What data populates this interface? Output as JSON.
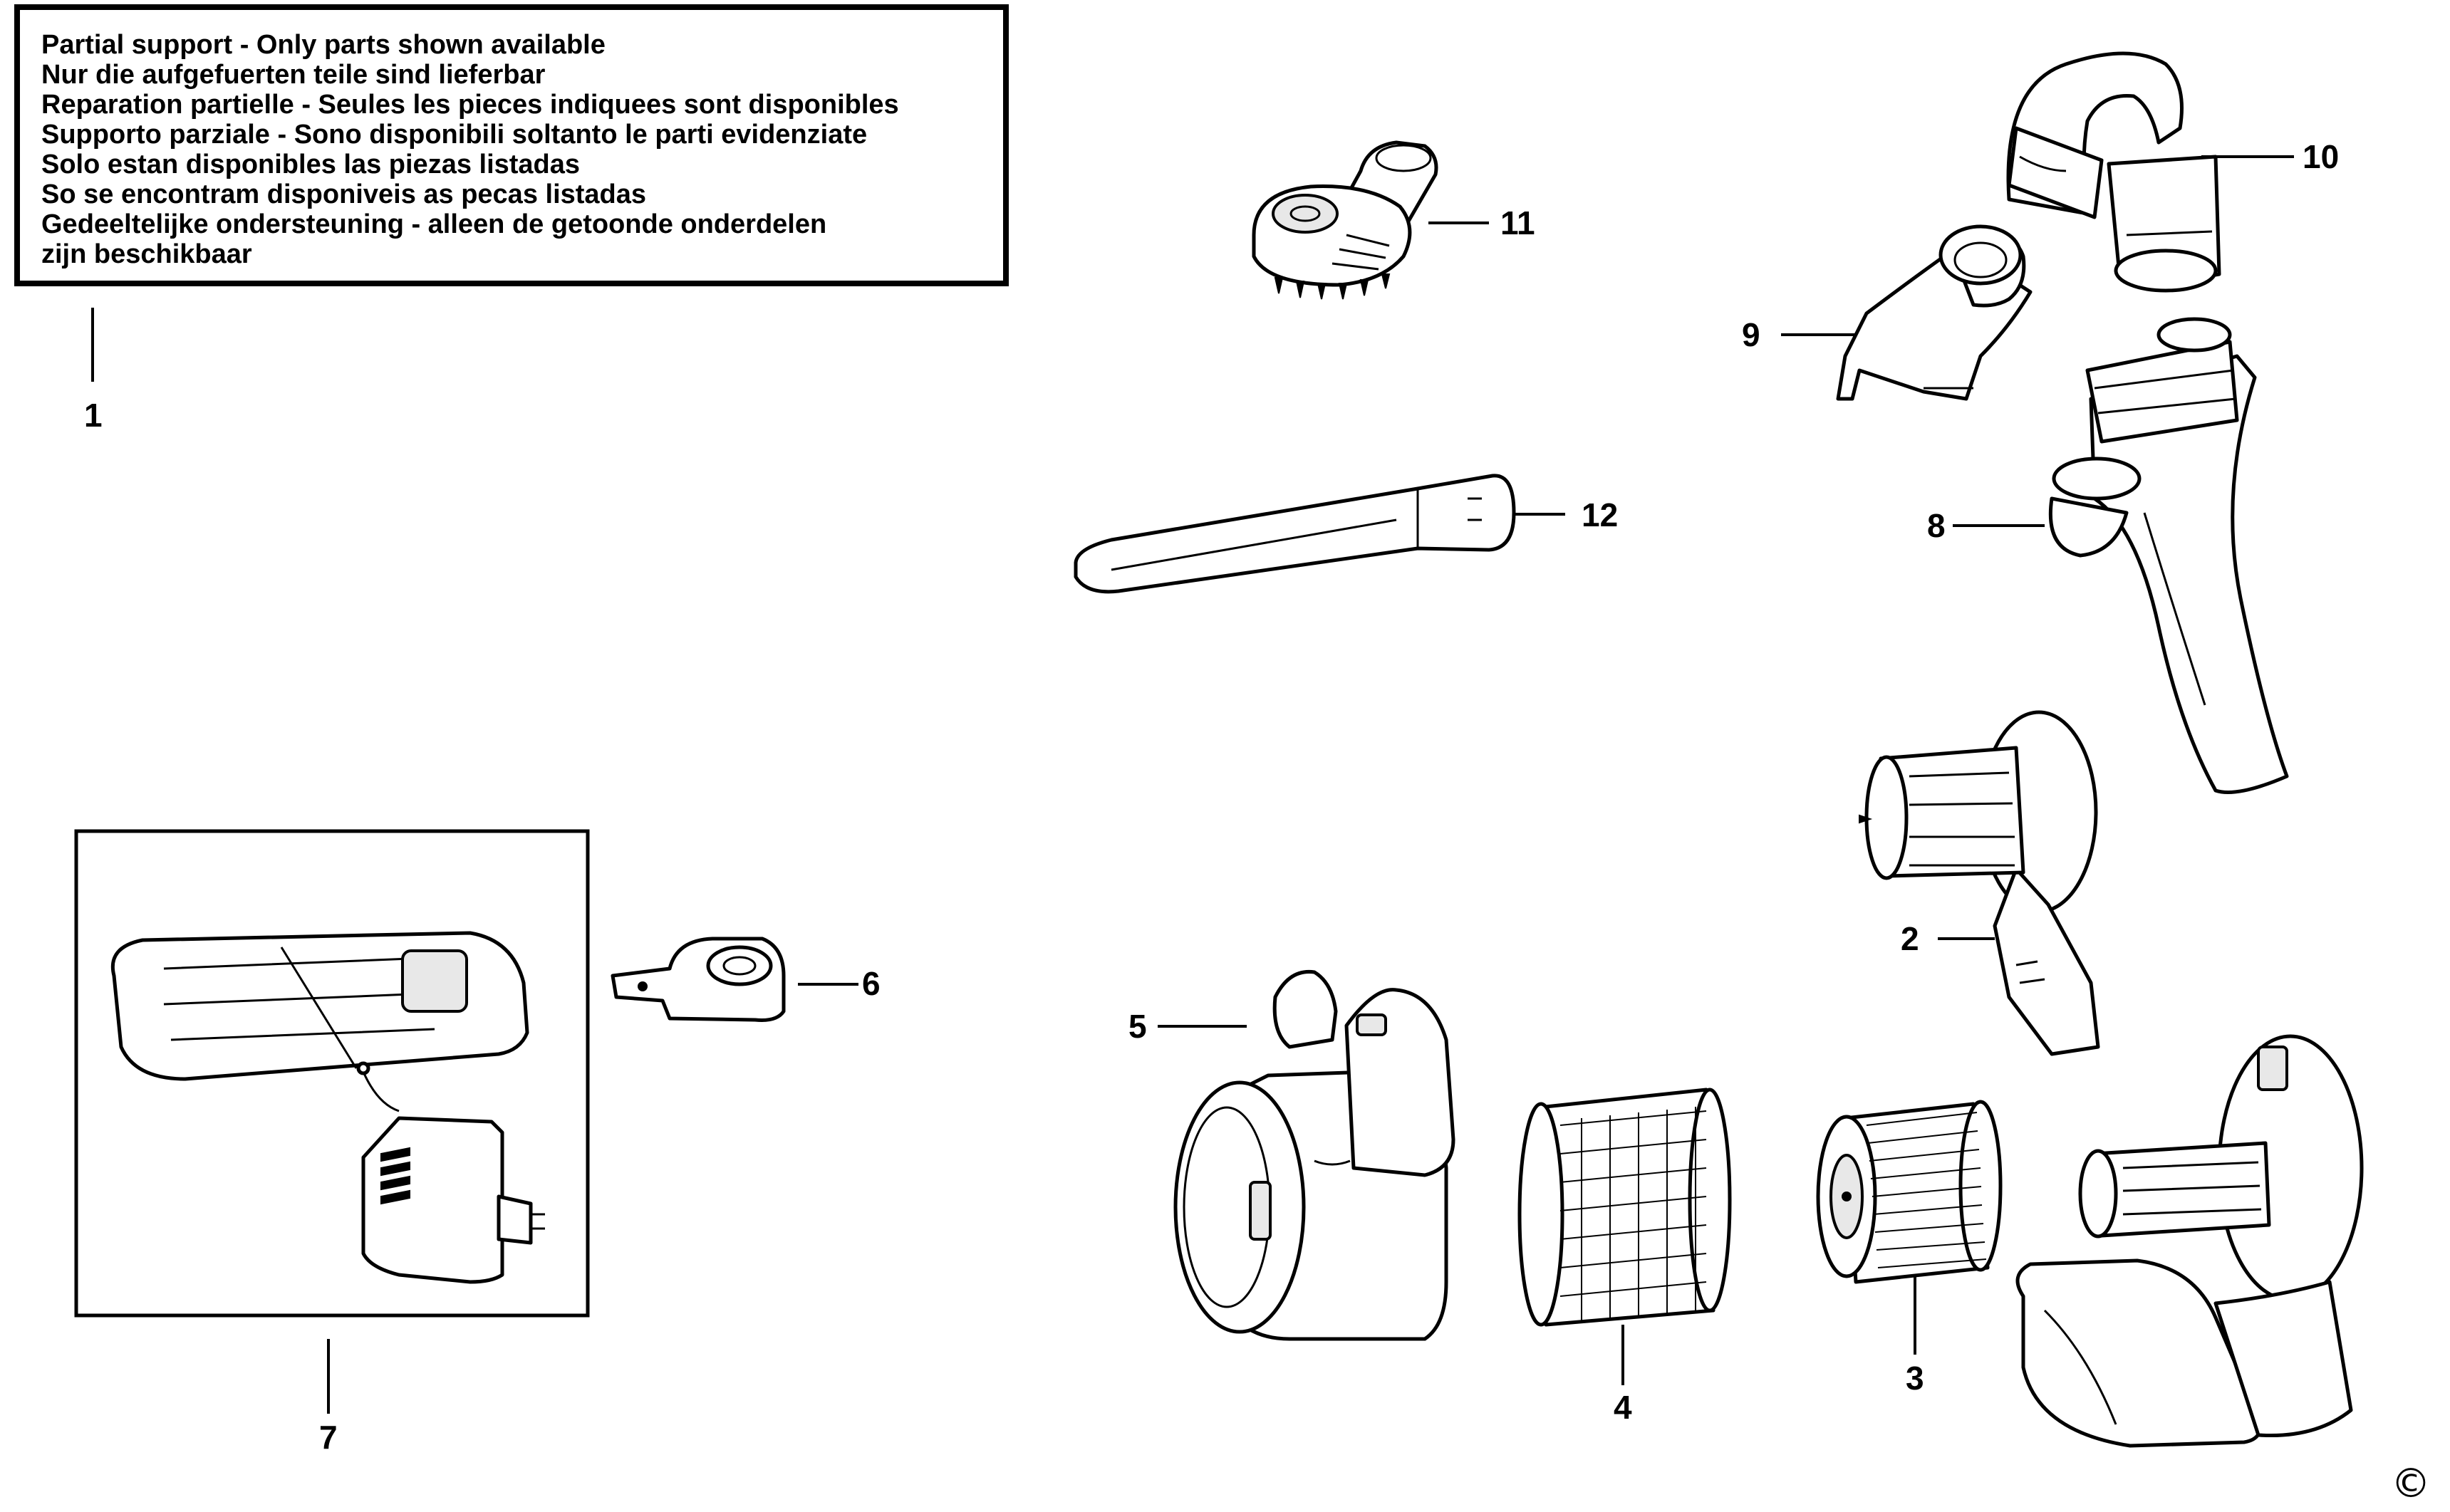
{
  "notice": {
    "lines": [
      "Partial support - Only parts shown available",
      "Nur die aufgefuerten teile sind lieferbar",
      "Reparation partielle - Seules les pieces indiquees sont disponibles",
      "Supporto parziale - Sono disponibili soltanto le parti evidenziate",
      "Solo estan disponibles las piezas listadas",
      "So se encontram disponiveis as pecas listadas",
      "Gedeeltelijke ondersteuning - alleen de getoonde onderdelen",
      "zijn beschikbaar"
    ]
  },
  "callouts": {
    "p1": "1",
    "p2": "2",
    "p3": "3",
    "p4": "4",
    "p5": "5",
    "p6": "6",
    "p7": "7",
    "p8": "8",
    "p9": "9",
    "p10": "10",
    "p11": "11",
    "p12": "12"
  },
  "copyright_symbol": "©"
}
